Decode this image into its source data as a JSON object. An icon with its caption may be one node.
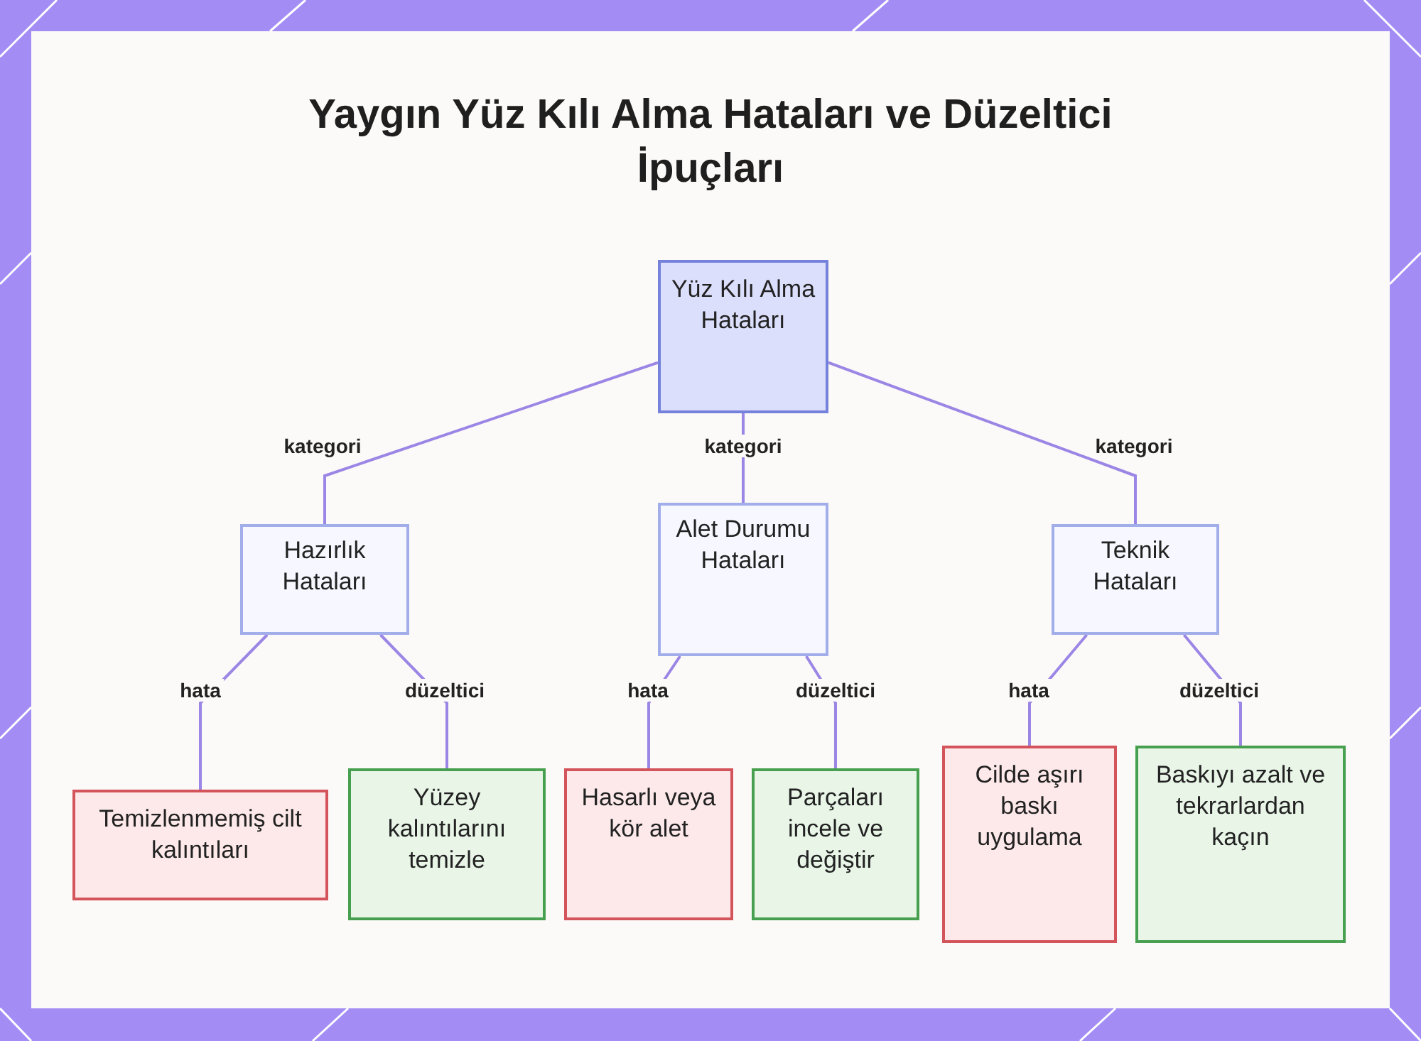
{
  "diagram": {
    "title": "Yaygın Yüz Kılı Alma Hataları ve Düzeltici İpuçları",
    "nodes": [
      {
        "text": [
          "Yüz Kılı Alma Hataları"
        ]
      },
      {
        "text": [
          "Hazırlık Hataları"
        ]
      },
      {
        "text": [
          "Alet Durumu Hataları"
        ]
      },
      {
        "text": [
          "Teknik Hataları"
        ]
      },
      {
        "text": [
          "Temizlenmemiş cilt kalıntıları"
        ]
      },
      {
        "text": [
          "Yüzey kalıntılarını temizle"
        ]
      },
      {
        "text": [
          "Hasarlı veya kör alet"
        ]
      },
      {
        "text": [
          "Parçaları incele ve değiştir"
        ]
      },
      {
        "text": [
          "Cilde aşırı baskı uygulama"
        ]
      },
      {
        "text": [
          "Baskıyı azalt ve tekrarlardan kaçın"
        ]
      }
    ],
    "edges": [
      {
        "from": 0,
        "to": 1,
        "arrow": "none",
        "label": "kategori"
      },
      {
        "from": 0,
        "to": 2,
        "arrow": "none",
        "label": "kategori"
      },
      {
        "from": 0,
        "to": 3,
        "arrow": "none",
        "label": "kategori"
      },
      {
        "from": 1,
        "to": 4,
        "arrow": "none",
        "label": "hata"
      },
      {
        "from": 1,
        "to": 5,
        "arrow": "none",
        "label": "düzeltici"
      },
      {
        "from": 2,
        "to": 6,
        "arrow": "none",
        "label": "hata"
      },
      {
        "from": 2,
        "to": 7,
        "arrow": "none",
        "label": "düzeltici"
      },
      {
        "from": 3,
        "to": 8,
        "arrow": "none",
        "label": "hata"
      },
      {
        "from": 3,
        "to": 9,
        "arrow": "none",
        "label": "düzeltici"
      }
    ]
  }
}
